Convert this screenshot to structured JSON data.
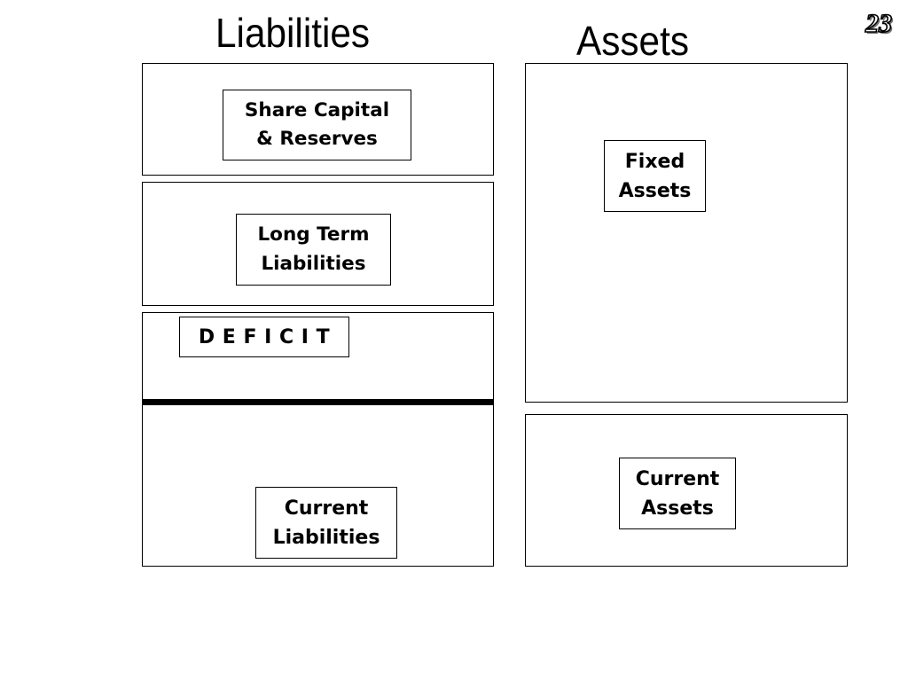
{
  "headings": {
    "liabilities": "Liabilities",
    "assets": "Assets"
  },
  "slide_number": "23",
  "liabilities": {
    "share_capital": "Share Capital\n& Reserves",
    "long_term": "Long Term\nLiabilities",
    "deficit": "D E F I C I T",
    "current": "Current\nLiabilities"
  },
  "assets": {
    "fixed": "Fixed\nAssets",
    "current": "Current\nAssets"
  }
}
